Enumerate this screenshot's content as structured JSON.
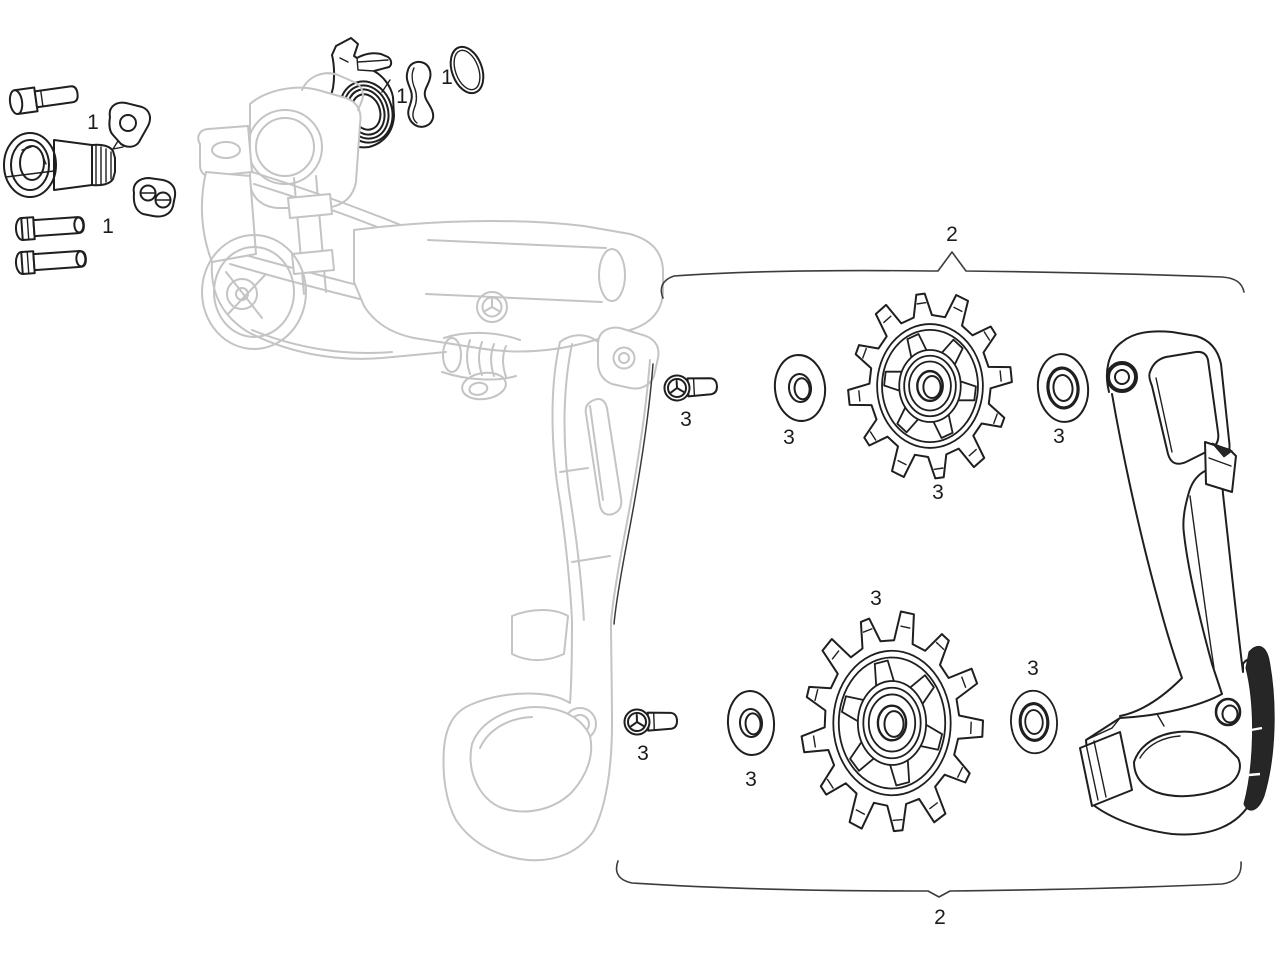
{
  "diagram": {
    "kind": "exploded-parts-diagram",
    "subject": "rear-derailleur",
    "background": "#ffffff",
    "line_colors": {
      "dark": "#1f1f1f",
      "light": "#c4c4c4",
      "brace": "#3c3c3c",
      "label": "#1c1c1c"
    },
    "callouts": [
      {
        "text": "1",
        "part": "mounting-b-bolt-group"
      },
      {
        "text": "1",
        "part": "limit-screw-group"
      },
      {
        "text": "1",
        "part": "cage-lock-hanger"
      },
      {
        "text": "1",
        "part": "dogbone-washer-and-oring"
      },
      {
        "text": "2",
        "part": "pulley-cage-assembly-top-bracket"
      },
      {
        "text": "2",
        "part": "pulley-cage-assembly-bottom-bracket"
      },
      {
        "text": "3",
        "part": "upper-pulley-screw"
      },
      {
        "text": "3",
        "part": "upper-pulley-dust-cap"
      },
      {
        "text": "3",
        "part": "upper-pulley-wheel"
      },
      {
        "text": "3",
        "part": "upper-pulley-bearing"
      },
      {
        "text": "3",
        "part": "lower-pulley-wheel"
      },
      {
        "text": "3",
        "part": "lower-pulley-screw"
      },
      {
        "text": "3",
        "part": "lower-pulley-dust-cap"
      },
      {
        "text": "3",
        "part": "lower-pulley-bearing"
      }
    ]
  }
}
